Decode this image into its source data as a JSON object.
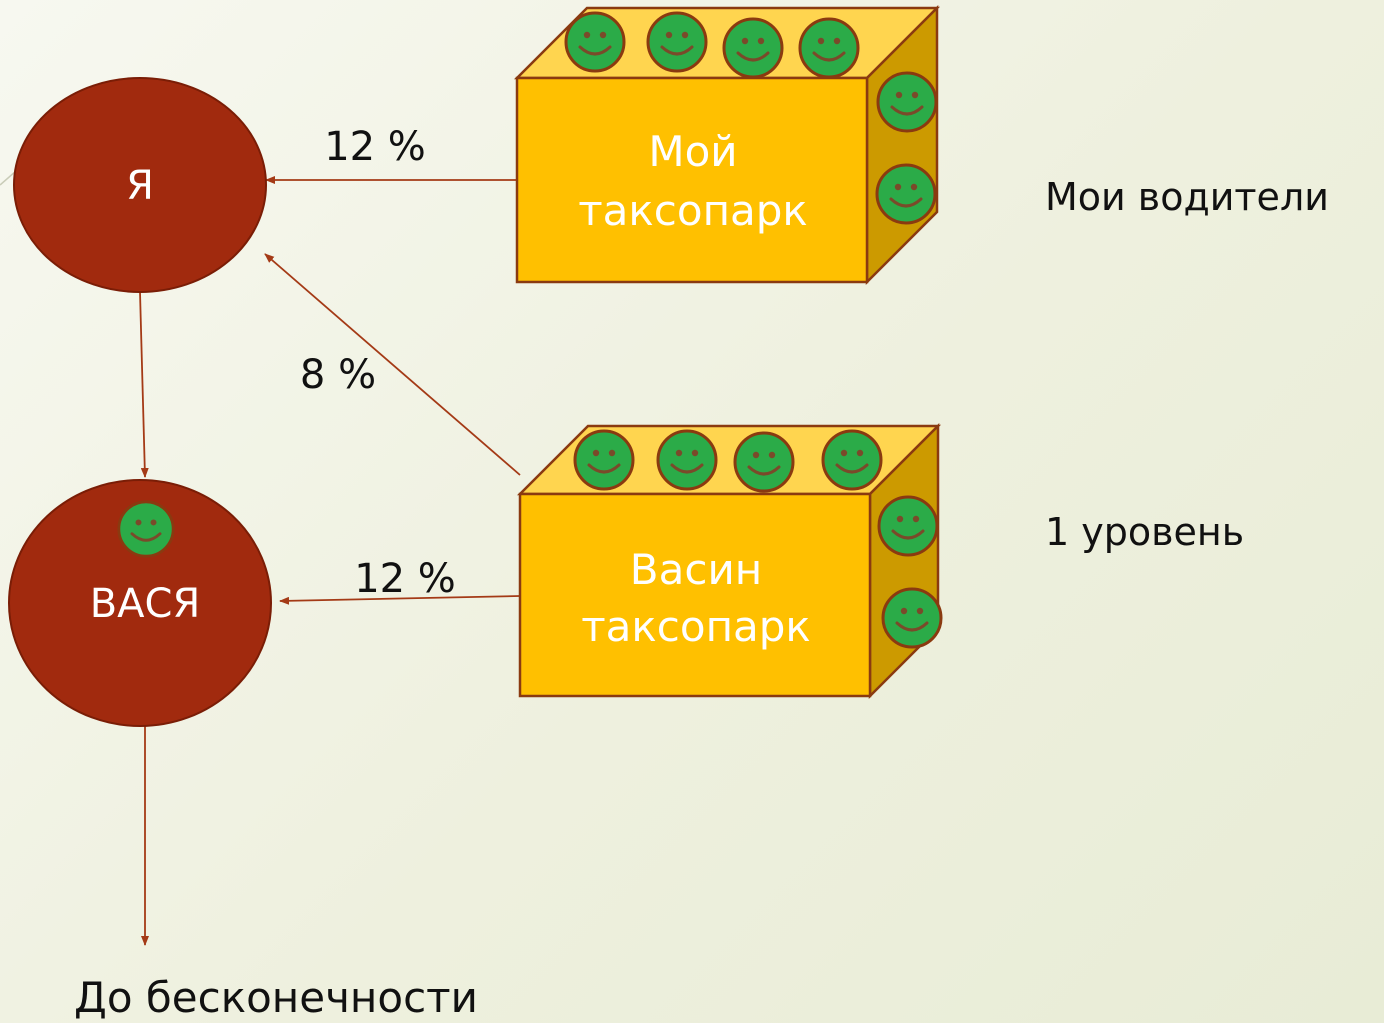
{
  "nodes": {
    "me": {
      "label": "Я"
    },
    "vasya": {
      "label": "ВАСЯ"
    }
  },
  "parks": {
    "my_park": {
      "line1": "Мой",
      "line2": "таксопарк"
    },
    "vasya_park": {
      "line1": "Васин",
      "line2": "таксопарк"
    }
  },
  "edges": {
    "my_park_to_me": "12 %",
    "vasya_park_to_me": "8 %",
    "vasya_park_to_vasya": "12 %"
  },
  "side_labels": {
    "my_drivers": "Мои водители",
    "level_1": "1 уровень"
  },
  "bottom_label": "До бесконечности",
  "colors": {
    "node_fill": "#a12a0e",
    "node_stroke": "#7a1d06",
    "box_front": "#ffc000",
    "box_top": "#ffd54f",
    "box_side": "#cc9a00",
    "box_stroke": "#8a3a10",
    "smiley_fill": "#2bab48",
    "arrow": "#a43a16"
  }
}
